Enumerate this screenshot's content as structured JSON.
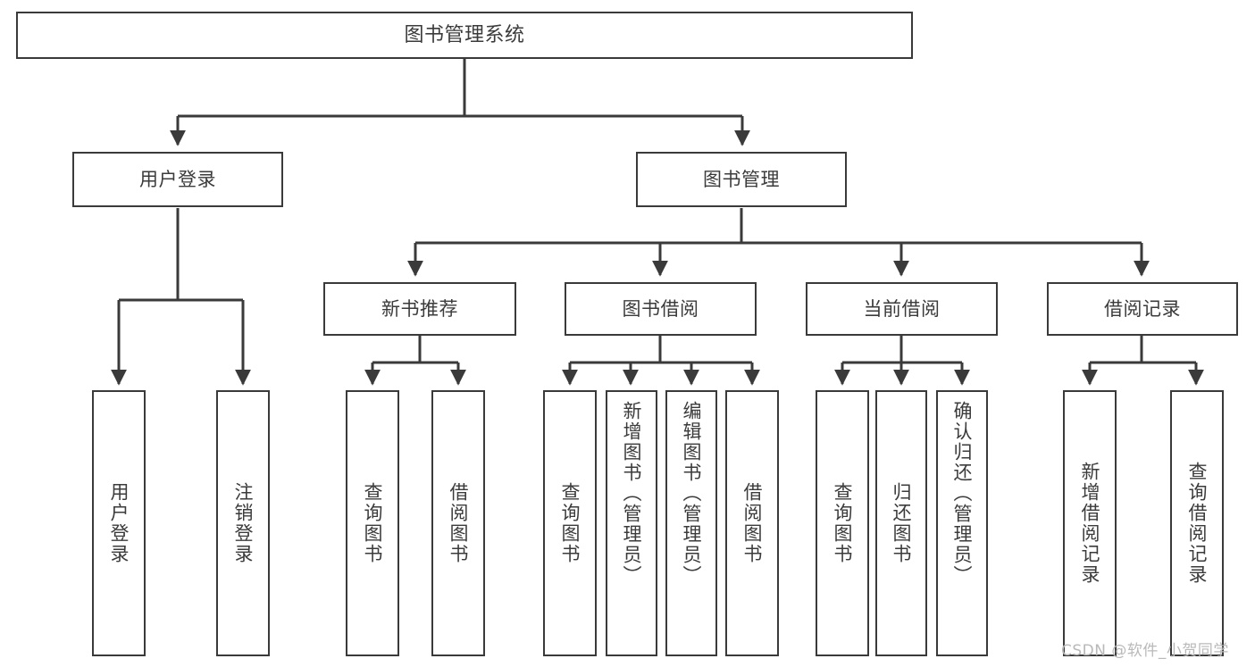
{
  "diagram": {
    "type": "tree-hierarchy",
    "title": "图书管理系统",
    "watermark": "CSDN @软件_小贺同学",
    "colors": {
      "background": "#ffffff",
      "box_border": "#3a3a3a",
      "box_fill": "#ffffff",
      "text": "#3b3b3b",
      "edge": "#3a3a3a",
      "watermark": "#b9b9b9"
    },
    "nodes": {
      "root": {
        "label": "图书管理系统"
      },
      "level2": [
        {
          "id": "user-login",
          "label": "用户登录"
        },
        {
          "id": "book-manage",
          "label": "图书管理"
        }
      ],
      "level3": [
        {
          "id": "new-book-recommend",
          "label": "新书推荐"
        },
        {
          "id": "book-borrow",
          "label": "图书借阅"
        },
        {
          "id": "current-borrow",
          "label": "当前借阅"
        },
        {
          "id": "borrow-record",
          "label": "借阅记录"
        }
      ],
      "leaves": {
        "user_login": [
          {
            "id": "leaf-user-login",
            "label": "用户登录"
          },
          {
            "id": "leaf-logout-login",
            "label": "注销登录"
          }
        ],
        "new_book_recommend": [
          {
            "id": "leaf-query-book-1",
            "label": "查询图书"
          },
          {
            "id": "leaf-borrow-book-1",
            "label": "借阅图书"
          }
        ],
        "book_borrow": [
          {
            "id": "leaf-query-book-2",
            "label": "查询图书"
          },
          {
            "id": "leaf-add-book",
            "label": "新增图书（管理员）"
          },
          {
            "id": "leaf-edit-book",
            "label": "编辑图书（管理员）"
          },
          {
            "id": "leaf-borrow-book-2",
            "label": "借阅图书"
          }
        ],
        "current_borrow": [
          {
            "id": "leaf-query-book-3",
            "label": "查询图书"
          },
          {
            "id": "leaf-return-book",
            "label": "归还图书"
          },
          {
            "id": "leaf-confirm-return",
            "label": "确认归还（管理员）"
          }
        ],
        "borrow_record": [
          {
            "id": "leaf-add-borrow-record",
            "label": "新增借阅记录"
          },
          {
            "id": "leaf-query-borrow-record",
            "label": "查询借阅记录"
          }
        ]
      }
    }
  }
}
